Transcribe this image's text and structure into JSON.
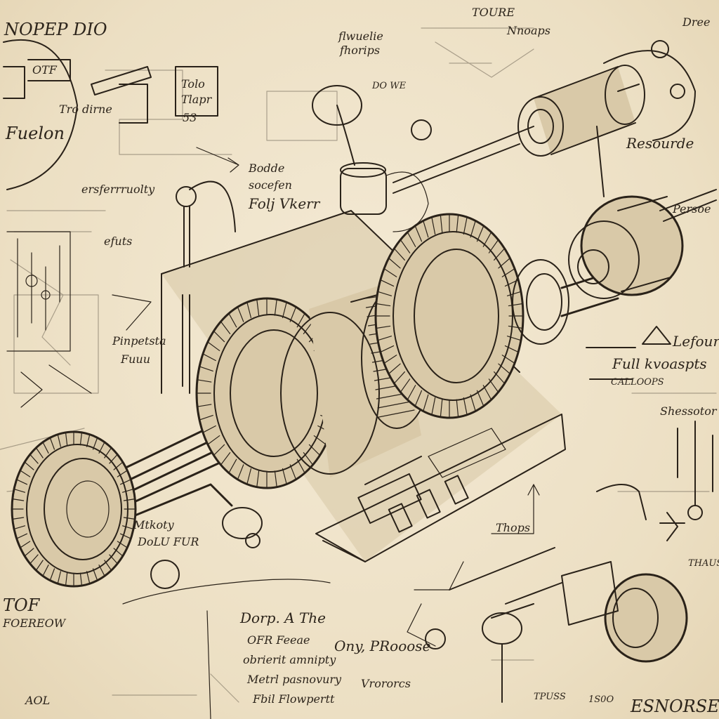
{
  "notes": {
    "top_left_title": "NOPEP DIO",
    "top_left_box": "OTF",
    "top_center_label_a": "flwuelie",
    "top_center_label_b": "fhorips",
    "top_center_label_c": "DO WE",
    "top_right_label": "TOURE",
    "top_right_corner": "Dree",
    "top_right_title": "Nnoaps",
    "left_label_a": "Tro dirne",
    "left_label_b": "Fuelon",
    "left_label_c": "Tolo",
    "left_label_d": "Tlapr",
    "left_label_e": "53",
    "center_label_a": "Bodde",
    "center_label_b": "socefen",
    "center_label_c": "Folj Vkerr",
    "left_mid_label_a": "ersferrruolty",
    "left_mid_label_b": "efuts",
    "left_mid_label_c": "Pinpetsta",
    "left_mid_label_d": "Fuuu",
    "right_label_a": "Resourde",
    "right_label_b": "Persoe",
    "right_label_c": "Lefours",
    "right_label_d": "Full kvoaspts",
    "right_label_e": "CALLOOPS",
    "right_label_f": "Shessotor",
    "right_label_g": "Thops",
    "right_label_h": "THAUS",
    "bottom_left_a": "TOF",
    "bottom_left_b": "FOEREOW",
    "bottom_left_c": "Mtkoty",
    "bottom_left_d": "DoLU FUR",
    "bottom_left_e": "AOL",
    "bottom_center_a": "Dorp. A The",
    "bottom_center_b": "OFR Feeae",
    "bottom_center_c": "Ony, PRooose",
    "bottom_center_d": "obrierit amnipty",
    "bottom_center_e": "Metrl pasnovury",
    "bottom_center_f": "Vrororcs",
    "bottom_center_g": "Fbil Flowpertt",
    "bottom_right_a": "TPUSS",
    "bottom_right_b": "1S0O",
    "bottom_right_c": "ESNORSES"
  }
}
